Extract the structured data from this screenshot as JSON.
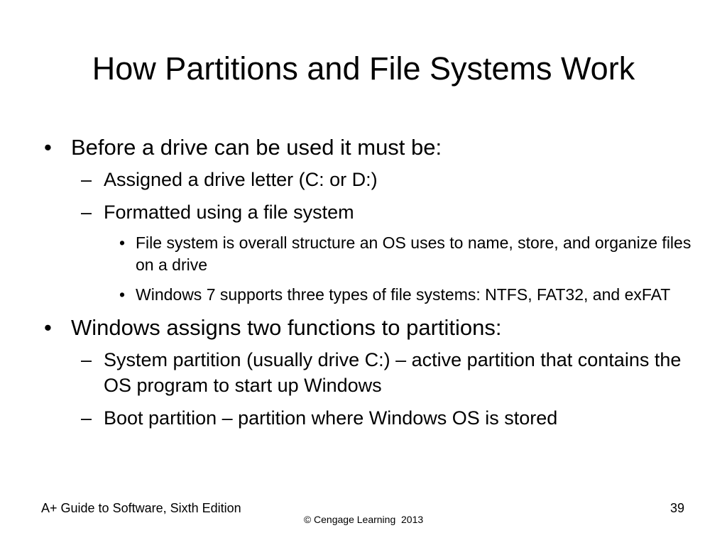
{
  "slide": {
    "title": "How Partitions and File Systems Work",
    "bullet_symbol": "•",
    "dash_symbol": "–",
    "items": [
      {
        "text": "Before a drive can be used it must be:",
        "children": [
          {
            "text": "Assigned a drive letter (C: or D:)"
          },
          {
            "text": "Formatted using a file system",
            "children": [
              {
                "text": "File system is overall structure an OS uses to name, store, and organize files on a drive"
              },
              {
                "text": "Windows 7 supports three types of file systems: NTFS, FAT32, and exFAT"
              }
            ]
          }
        ]
      },
      {
        "text": "Windows assigns two functions to partitions:",
        "children": [
          {
            "text": "System partition (usually drive C:) – active partition that contains the OS program to start up Windows"
          },
          {
            "text": "Boot partition – partition where Windows OS is stored"
          }
        ]
      }
    ]
  },
  "footer": {
    "book_title": "A+ Guide to Software, Sixth Edition",
    "copyright": "© Cengage Learning  2013",
    "page_number": "39"
  }
}
